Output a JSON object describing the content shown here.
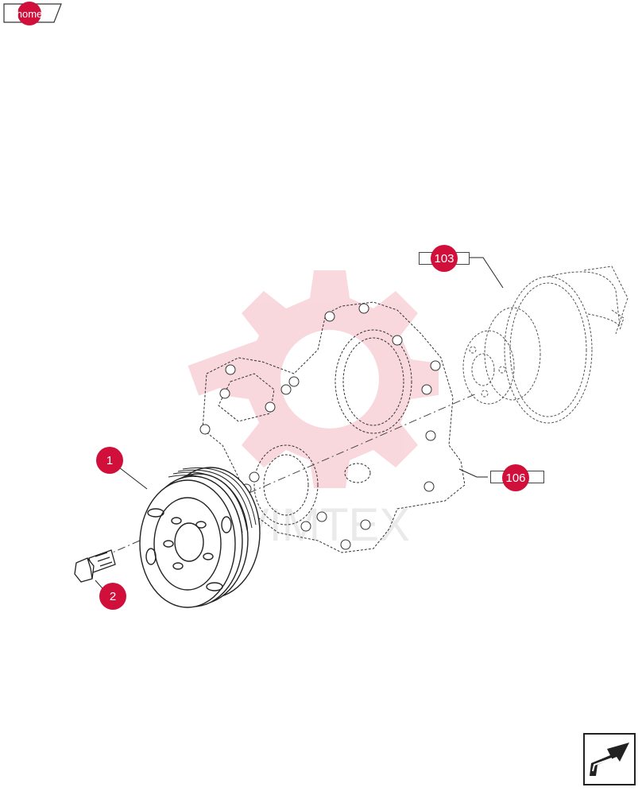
{
  "nav": {
    "home_label": "home"
  },
  "callouts": {
    "c1": "1",
    "c2": "2",
    "c103": "103",
    "c106": "106"
  },
  "colors": {
    "callout": "#d0103a",
    "line": "#222222",
    "watermark": "#f6c9cf"
  },
  "icons": {
    "next": "next-page-arrow-icon",
    "home": "home-tab-icon"
  }
}
